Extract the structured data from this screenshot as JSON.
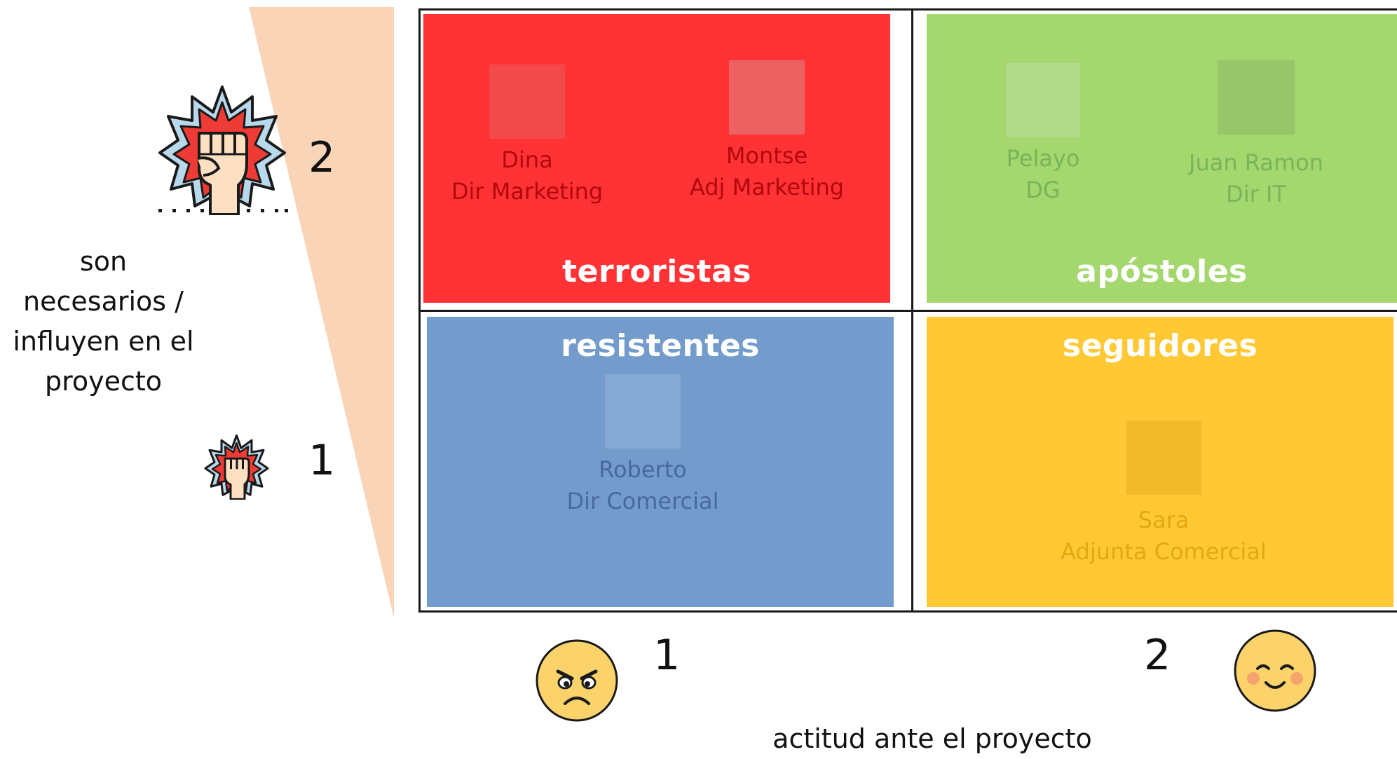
{
  "quadrants": {
    "terroristas": {
      "label": "terroristas",
      "color": "#ff3336",
      "people": [
        {
          "name": "Dina",
          "role": "Dir Marketing"
        },
        {
          "name": "Montse",
          "role": "Adj Marketing"
        }
      ]
    },
    "apostoles": {
      "label": "apóstoles",
      "color": "#a4d86e",
      "people": [
        {
          "name": "Pelayo",
          "role": "DG"
        },
        {
          "name": "Juan Ramon",
          "role": "Dir IT"
        }
      ]
    },
    "resistentes": {
      "label": "resistentes",
      "color": "#739ccc",
      "people": [
        {
          "name": "Roberto",
          "role": "Dir Comercial"
        }
      ]
    },
    "seguidores": {
      "label": "seguidores",
      "color": "#ffc936",
      "people": [
        {
          "name": "Sara",
          "role": "Adjunta Comercial"
        }
      ]
    }
  },
  "y_axis": {
    "label_lines": [
      "son",
      "necesarios /",
      "influyen en el",
      "proyecto"
    ],
    "high": "2",
    "low": "1",
    "icon": "raised-fist-icon"
  },
  "x_axis": {
    "label": "actitud ante el proyecto",
    "low": "1",
    "high": "2",
    "low_icon": "angry-face-icon",
    "high_icon": "smiling-face-icon"
  }
}
